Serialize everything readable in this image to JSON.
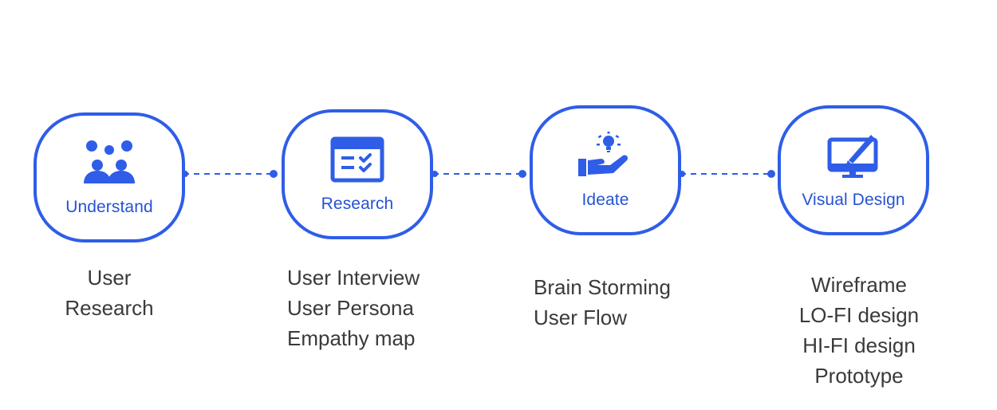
{
  "colors": {
    "accent": "#2f5de8",
    "title_text": "#2653d4",
    "body_text": "#3a3a3a"
  },
  "stages": [
    {
      "title": "Understand",
      "icon": "users-group-icon",
      "details": [
        "User",
        "Research"
      ]
    },
    {
      "title": "Research",
      "icon": "checklist-window-icon",
      "details": [
        "User Interview",
        "User Persona",
        "Empathy map"
      ]
    },
    {
      "title": "Ideate",
      "icon": "lightbulb-hand-icon",
      "details": [
        "Brain Storming",
        "User Flow"
      ]
    },
    {
      "title": "Visual Design",
      "icon": "monitor-pen-icon",
      "details": [
        "Wireframe",
        "LO-FI design",
        "HI-FI design",
        "Prototype"
      ]
    }
  ]
}
